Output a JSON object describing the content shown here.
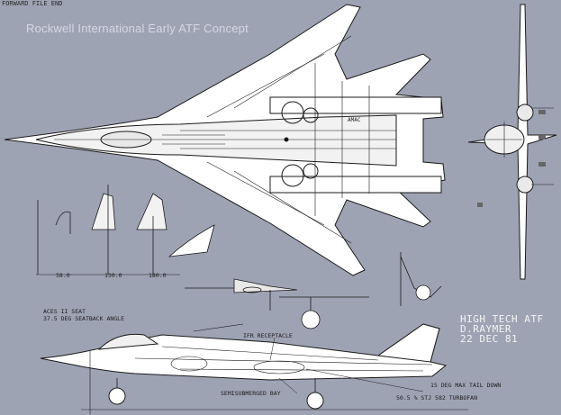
{
  "title": "Rockwell International Early ATF Concept",
  "corner_note": "FORWARD FILE END",
  "canopy_views": {
    "angles": [
      "58.0",
      "130.0",
      "180.0"
    ]
  },
  "seat_note": {
    "line1": "ACES II SEAT",
    "line2": "37.5 DEG SEATBACK ANGLE"
  },
  "side_view_labels": {
    "receptacle": "IFR RECEPTACLE",
    "bay": "SEMISUBMERGED BAY",
    "tail_down": "15 DEG MAX TAIL DOWN",
    "engine": "50.5 % STJ 582 TURBOFAN"
  },
  "designer_stamp": {
    "line1": "HIGH TECH ATF",
    "line2": "D.RAYMER",
    "line3": "22 DEC 81"
  },
  "plan_markings": {
    "cockpit_tag": "AMAC"
  }
}
